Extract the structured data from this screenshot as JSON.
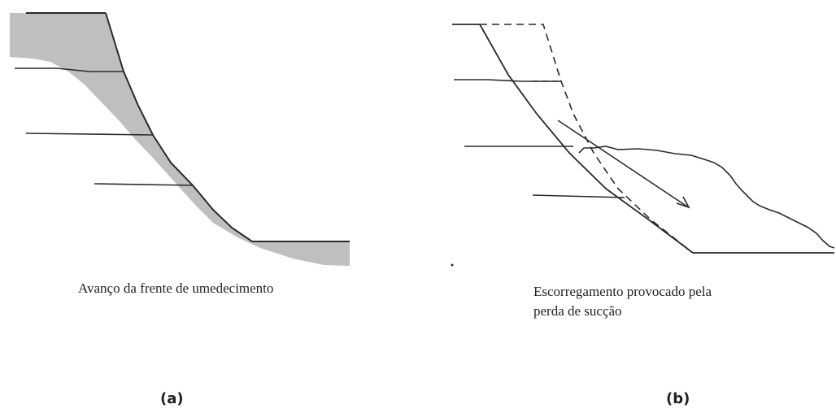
{
  "panel_a": {
    "caption": "Avanço da frente de umedecimento",
    "label": "(a)",
    "colors": {
      "wetted_zone": "#bfbfbf",
      "line": "#2a2a2a"
    }
  },
  "panel_b": {
    "caption_line1": "Escorregamento provocado pela",
    "caption_line2": "perda de sucção",
    "label": "(b)",
    "colors": {
      "line": "#2a2a2a"
    }
  }
}
